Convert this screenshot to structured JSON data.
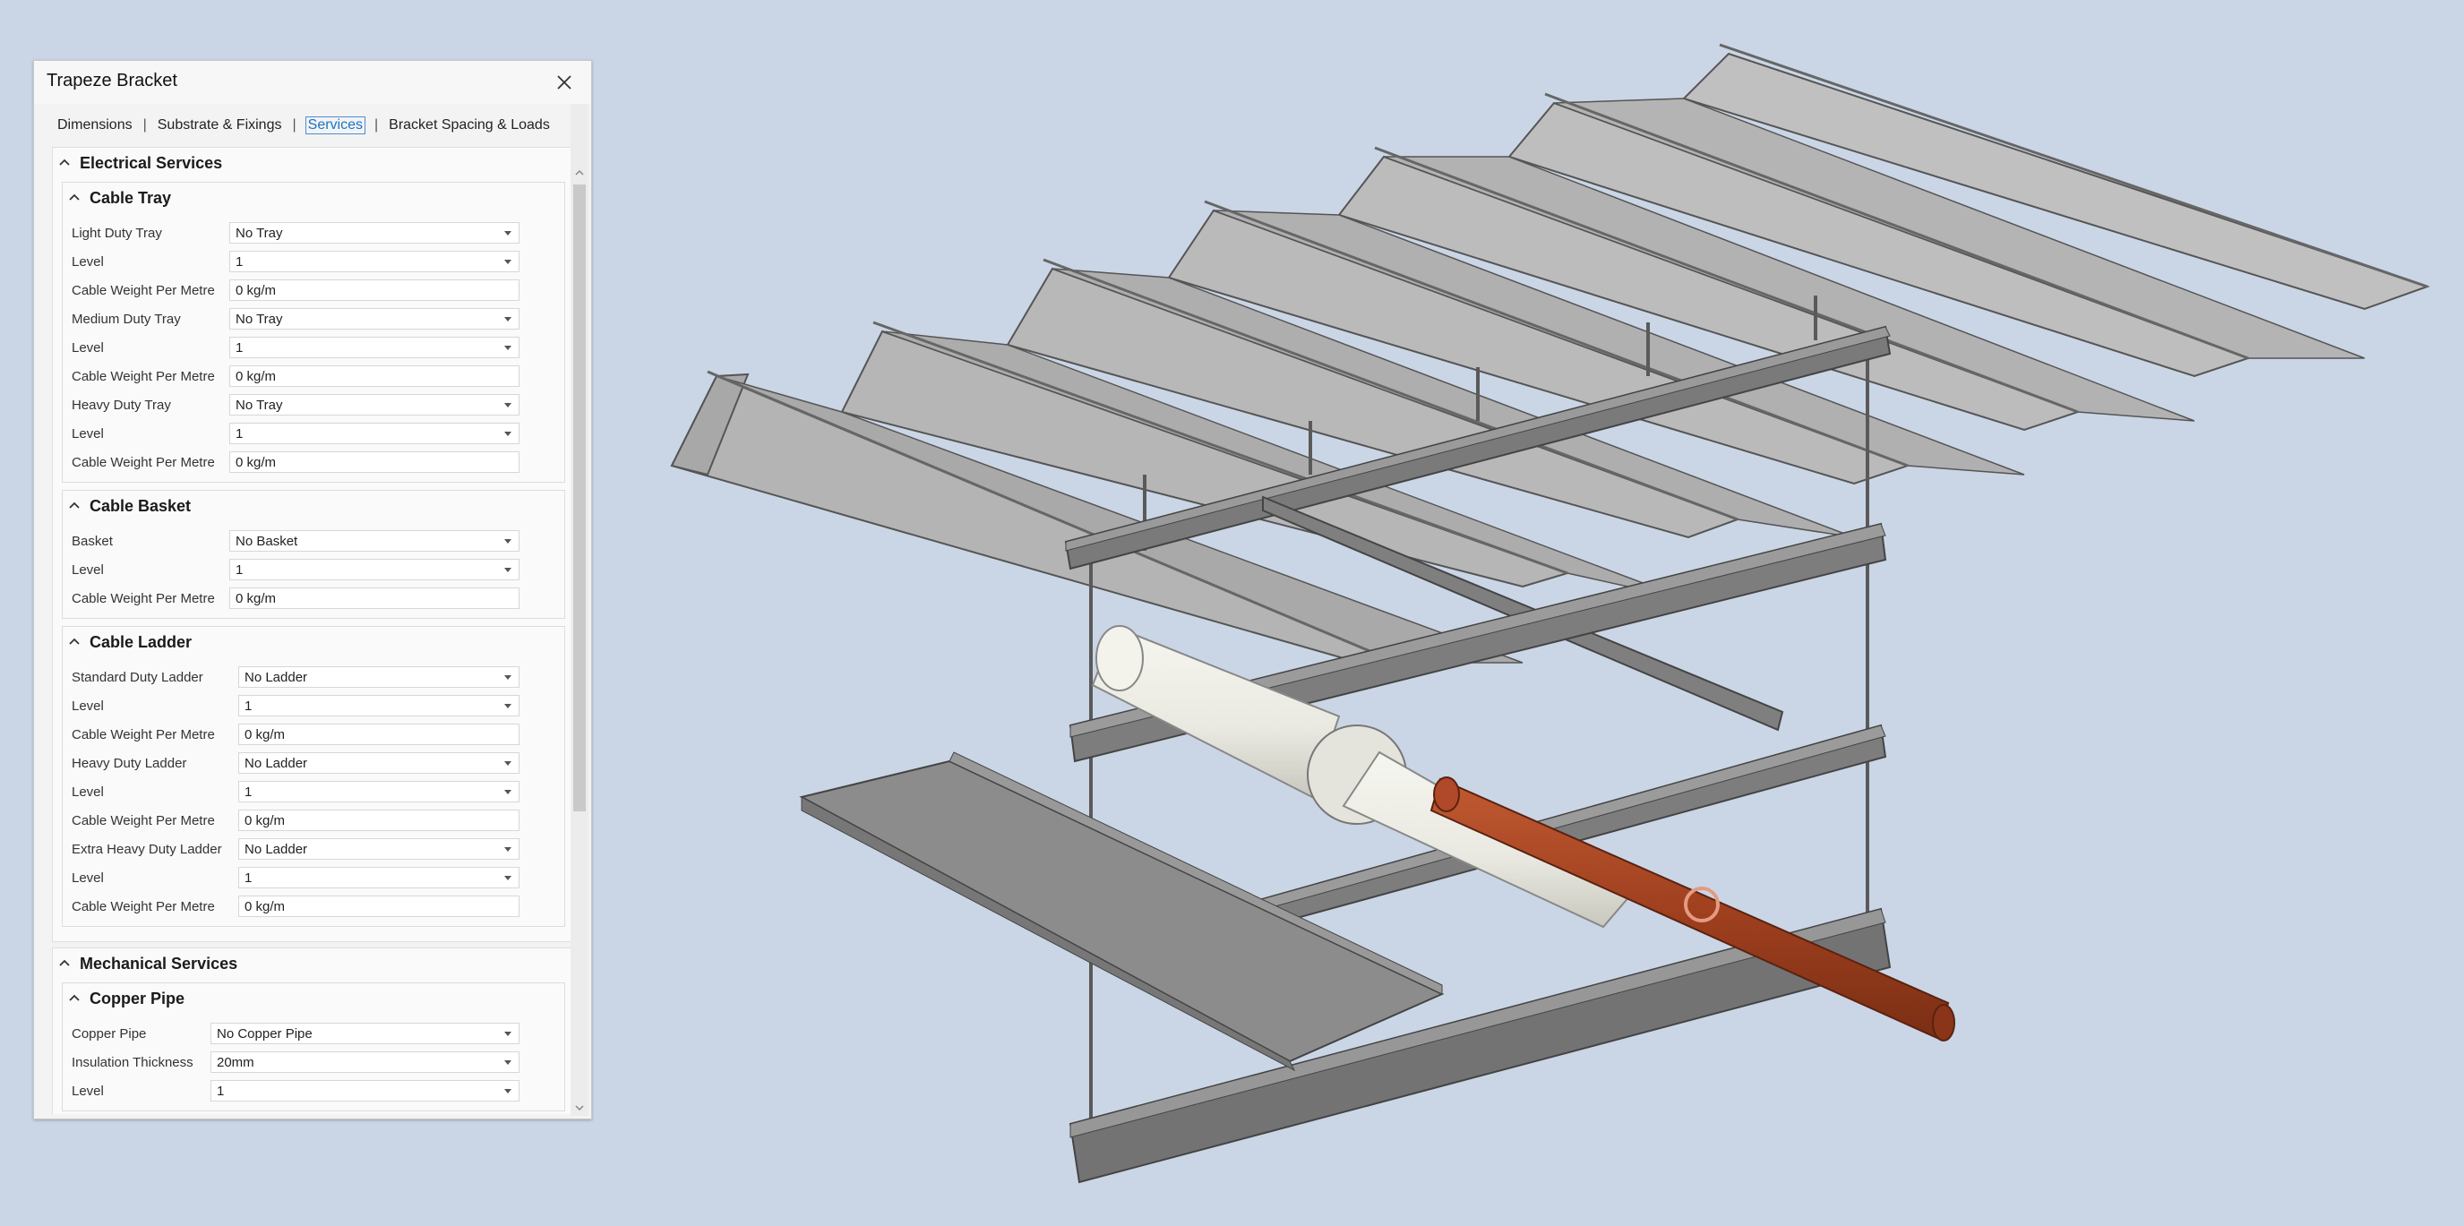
{
  "dialog": {
    "title": "Trapeze Bracket",
    "tabs": [
      {
        "label": "Dimensions",
        "active": false
      },
      {
        "label": "Substrate & Fixings",
        "active": false
      },
      {
        "label": "Services",
        "active": true
      },
      {
        "label": "Bracket Spacing & Loads",
        "active": false
      }
    ],
    "tab_separator": "|"
  },
  "electrical": {
    "title": "Electrical Services",
    "cable_tray": {
      "title": "Cable Tray",
      "rows": [
        {
          "label": "Light Duty Tray",
          "value": "No Tray",
          "dropdown": true
        },
        {
          "label": "Level",
          "value": "1",
          "dropdown": true
        },
        {
          "label": "Cable Weight Per Metre",
          "value": "0 kg/m",
          "dropdown": false
        },
        {
          "label": "Medium Duty Tray",
          "value": "No Tray",
          "dropdown": true
        },
        {
          "label": "Level",
          "value": "1",
          "dropdown": true
        },
        {
          "label": "Cable Weight Per Metre",
          "value": "0 kg/m",
          "dropdown": false
        },
        {
          "label": "Heavy Duty Tray",
          "value": "No Tray",
          "dropdown": true
        },
        {
          "label": "Level",
          "value": "1",
          "dropdown": true
        },
        {
          "label": "Cable Weight Per Metre",
          "value": "0 kg/m",
          "dropdown": false
        }
      ]
    },
    "cable_basket": {
      "title": "Cable Basket",
      "rows": [
        {
          "label": "Basket",
          "value": "No Basket",
          "dropdown": true
        },
        {
          "label": "Level",
          "value": "1",
          "dropdown": true
        },
        {
          "label": "Cable Weight Per Metre",
          "value": "0 kg/m",
          "dropdown": false
        }
      ]
    },
    "cable_ladder": {
      "title": "Cable Ladder",
      "rows": [
        {
          "label": "Standard Duty Ladder",
          "value": "No Ladder",
          "dropdown": true
        },
        {
          "label": "Level",
          "value": "1",
          "dropdown": true
        },
        {
          "label": "Cable Weight Per Metre",
          "value": "0 kg/m",
          "dropdown": false
        },
        {
          "label": "Heavy Duty Ladder",
          "value": "No Ladder",
          "dropdown": true
        },
        {
          "label": "Level",
          "value": "1",
          "dropdown": true
        },
        {
          "label": "Cable Weight Per Metre",
          "value": "0 kg/m",
          "dropdown": false
        },
        {
          "label": "Extra Heavy Duty Ladder",
          "value": "No Ladder",
          "dropdown": true
        },
        {
          "label": "Level",
          "value": "1",
          "dropdown": true
        },
        {
          "label": "Cable Weight Per Metre",
          "value": "0 kg/m",
          "dropdown": false
        }
      ]
    }
  },
  "mechanical": {
    "title": "Mechanical Services",
    "copper_pipe": {
      "title": "Copper Pipe",
      "rows": [
        {
          "label": "Copper Pipe",
          "value": "No Copper Pipe",
          "dropdown": true
        },
        {
          "label": "Insulation Thickness",
          "value": "20mm",
          "dropdown": true
        },
        {
          "label": "Level",
          "value": "1",
          "dropdown": true
        }
      ]
    }
  },
  "icons": {
    "close": "close-icon",
    "collapse": "chevron-up-icon"
  },
  "colors": {
    "background": "#cad6e6",
    "active_tab": "#1a73c8",
    "copper": "#a0401f",
    "steel": "#8a8a8a",
    "deck": "#bdbdbd"
  }
}
